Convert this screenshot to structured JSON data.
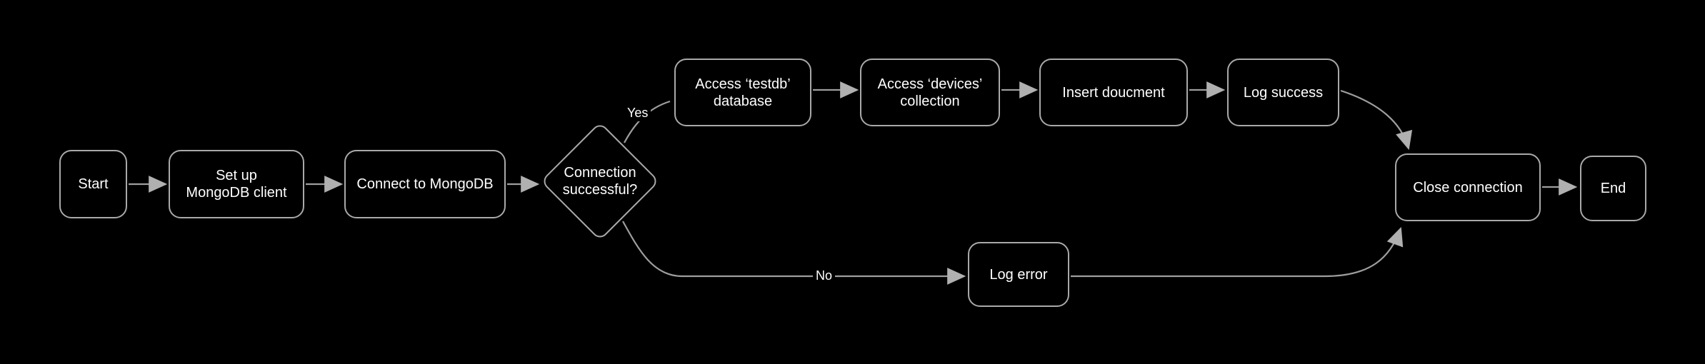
{
  "diagram": {
    "type": "flowchart",
    "direction": "left-to-right",
    "colors": {
      "background": "#000000",
      "node_fill": "#000000",
      "node_border": "#a9a9a9",
      "edge_line": "#9e9e9e",
      "arrowhead": "#b0b0b0",
      "text": "#ffffff"
    },
    "nodes": {
      "start": {
        "label": "Start",
        "shape": "rounded-rect"
      },
      "setup": {
        "label": "Set up\nMongoDB client",
        "shape": "rounded-rect"
      },
      "connect": {
        "label": "Connect to MongoDB",
        "shape": "rounded-rect"
      },
      "decision": {
        "label": "Connection\nsuccessful?",
        "shape": "diamond"
      },
      "testdb": {
        "label": "Access ‘testdb’\ndatabase",
        "shape": "rounded-rect"
      },
      "devices": {
        "label": "Access ‘devices’\ncollection",
        "shape": "rounded-rect"
      },
      "insert": {
        "label": "Insert doucment",
        "shape": "rounded-rect"
      },
      "log_success": {
        "label": "Log success",
        "shape": "rounded-rect"
      },
      "log_error": {
        "label": "Log error",
        "shape": "rounded-rect"
      },
      "close": {
        "label": "Close connection",
        "shape": "rounded-rect"
      },
      "end": {
        "label": "End",
        "shape": "rounded-rect"
      }
    },
    "edge_labels": {
      "yes": "Yes",
      "no": "No"
    },
    "edges": [
      {
        "from": "start",
        "to": "setup",
        "label": ""
      },
      {
        "from": "setup",
        "to": "connect",
        "label": ""
      },
      {
        "from": "connect",
        "to": "decision",
        "label": ""
      },
      {
        "from": "decision",
        "to": "testdb",
        "label": "Yes"
      },
      {
        "from": "testdb",
        "to": "devices",
        "label": ""
      },
      {
        "from": "devices",
        "to": "insert",
        "label": ""
      },
      {
        "from": "insert",
        "to": "log_success",
        "label": ""
      },
      {
        "from": "log_success",
        "to": "close",
        "label": ""
      },
      {
        "from": "decision",
        "to": "log_error",
        "label": "No"
      },
      {
        "from": "log_error",
        "to": "close",
        "label": ""
      },
      {
        "from": "close",
        "to": "end",
        "label": ""
      }
    ]
  }
}
